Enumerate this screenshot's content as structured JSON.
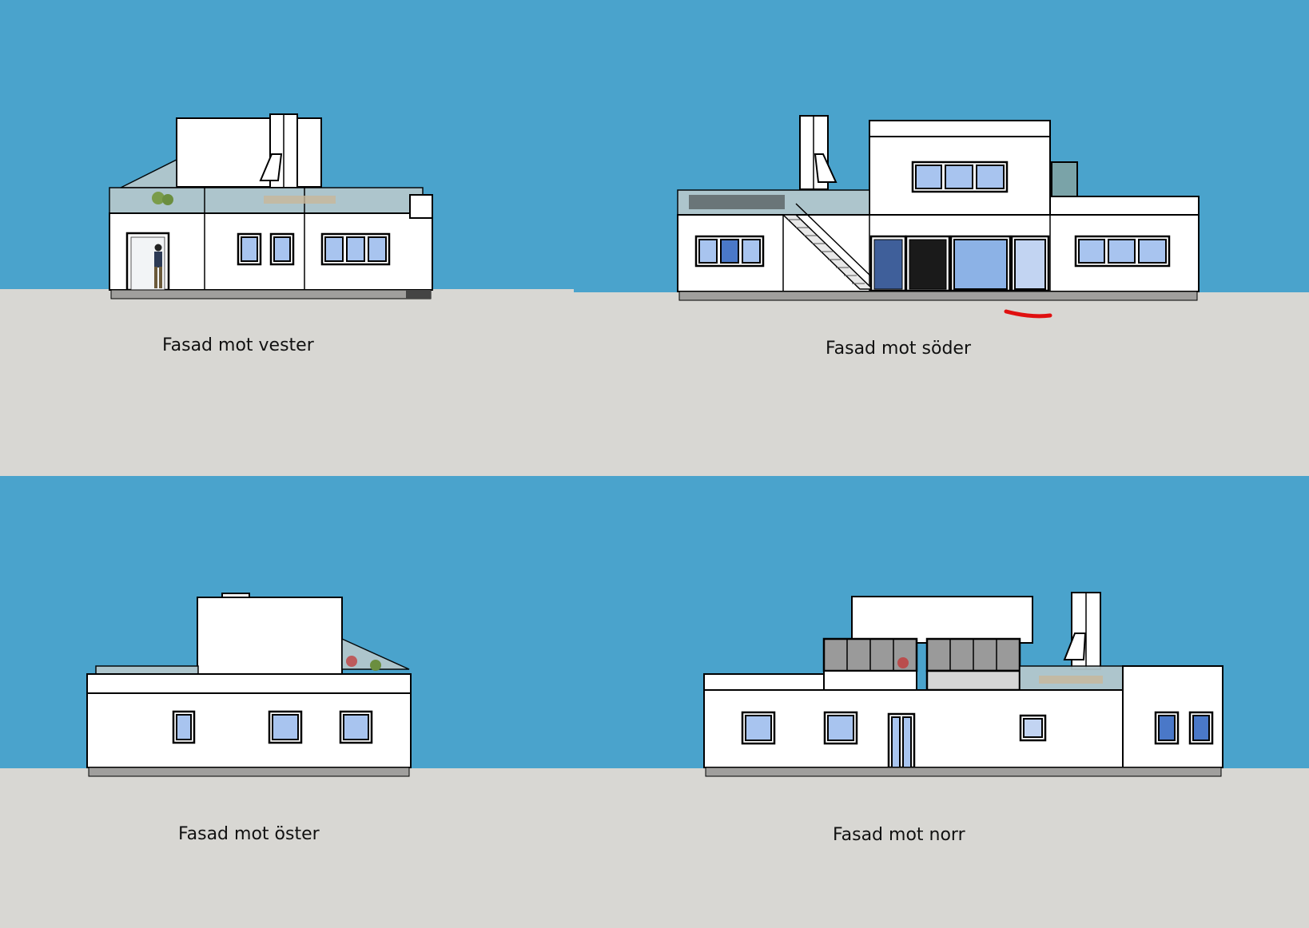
{
  "colors": {
    "sky": "#4aa3cc",
    "ground": "#d8d7d3",
    "wall": "#ffffff",
    "window": "#a8c4ef",
    "window_dark": "#4a78c8",
    "glass_rail": "#b3c7cc",
    "plinth": "#a09f9d",
    "annotation": "#e01010"
  },
  "facades": {
    "west": {
      "label": "Fasad mot vester"
    },
    "south": {
      "label": "Fasad mot söder"
    },
    "east": {
      "label": "Fasad mot öster"
    },
    "north": {
      "label": "Fasad mot norr"
    }
  }
}
